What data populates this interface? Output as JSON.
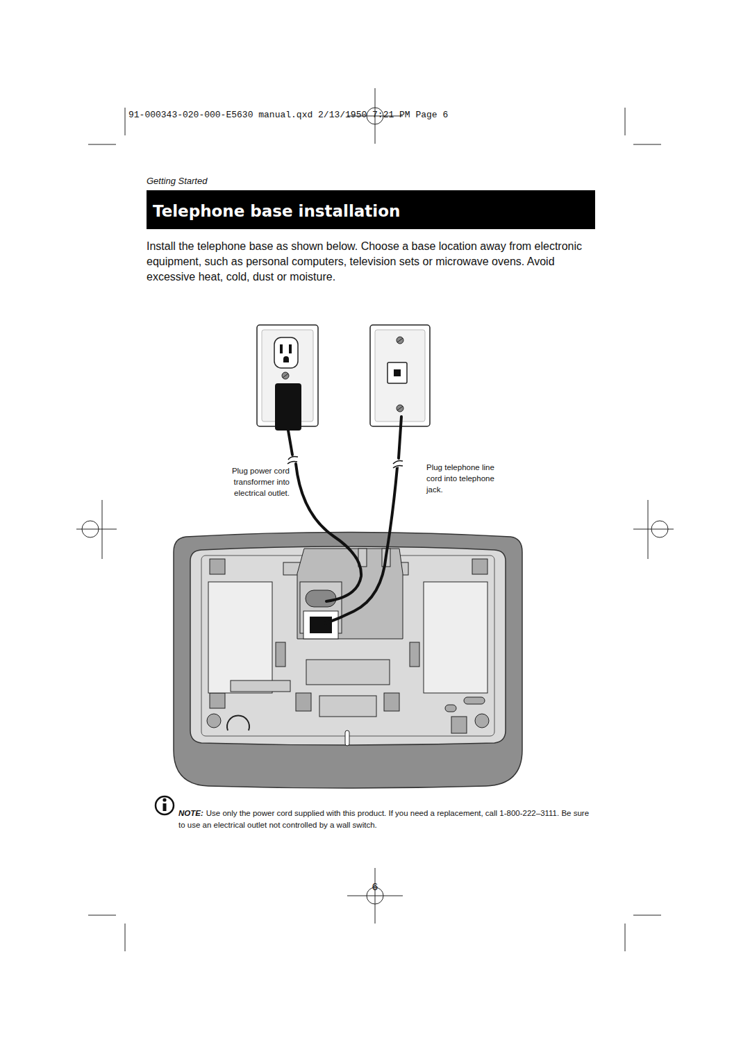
{
  "diagram": {
    "title": "Telephone base installation",
    "labels": [
      "91-000343-020-000-E5630 manual.qxd 2/13/1950 7:21 PM Page 6",
      "Getting Started",
      "Install the telephone base as shown below. Choose a base location away from electronic equipment, such as personal computers, television sets or microwave ovens. Avoid excessive heat, cold, dust or moisture.",
      "Plug power cord transformer into electrical outlet.",
      "Plug telephone line cord into telephone jack.",
      "NOTE:",
      "Use only the power cord supplied with this product. If you need a replacement, call 1-800-222–3111. Be sure to use an electrical outlet not controlled by a wall switch.",
      "6"
    ]
  }
}
